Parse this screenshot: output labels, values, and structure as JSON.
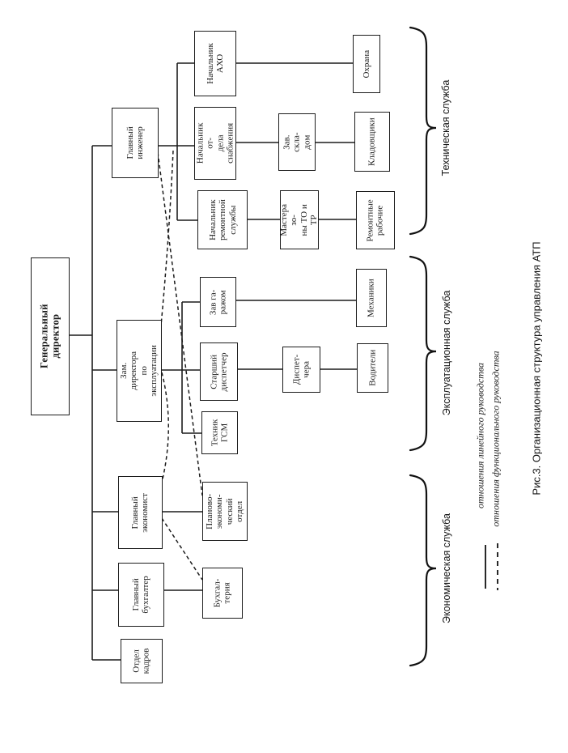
{
  "figure": {
    "caption": "Рис.3. Организационная структура управления АТП"
  },
  "org_chart": {
    "nodes": {
      "gen_director": {
        "label": "Генеральный директор"
      },
      "ch_engineer": {
        "label": "Главный\nинженер"
      },
      "nach_aho": {
        "label": "Начальник\nАХО"
      },
      "nach_snab": {
        "label": "Начальник от-\nдела снабжения"
      },
      "nach_rem": {
        "label": "Начальник\nремонтной\nслужбы"
      },
      "ohrana": {
        "label": "Охрана"
      },
      "zav_sklad": {
        "label": "Зав. скла-\nдом"
      },
      "kladovshiki": {
        "label": "Кладовщики"
      },
      "mastera": {
        "label": "Мастера зо-\nны ТО и ТР"
      },
      "rem_rab": {
        "label": "Ремонтные\nрабочие"
      },
      "zam_dir": {
        "label": "Зам. директора\nпо эксплуатации"
      },
      "zav_garage": {
        "label": "Зав га-\nражом"
      },
      "mehaniki": {
        "label": "Механики"
      },
      "st_dispatcher": {
        "label": "Старший\nдиспетчер"
      },
      "dispetchera": {
        "label": "Диспет-\nчера"
      },
      "voditeli": {
        "label": "Водители"
      },
      "tehnik_gsm": {
        "label": "Техник\nГСМ"
      },
      "gl_ekonomist": {
        "label": "Главный\nэкономист"
      },
      "plan_otdel": {
        "label": "Планово-\nэкономи-\nческий\nотдел"
      },
      "gl_buhgalter": {
        "label": "Главный\nбухгалтер"
      },
      "buhgalteria": {
        "label": "Бухгал-\nтерия"
      },
      "otdel_kadrov": {
        "label": "Отдел\nкадров"
      }
    },
    "groups": {
      "technical": {
        "label": "Техническая служба"
      },
      "operations": {
        "label": "Эксплуатационная служба"
      },
      "economic": {
        "label": "Экономическая служба"
      }
    },
    "legend": {
      "solid": "отношения линейного руководства",
      "dashed": "отношения функционального руководства"
    },
    "colors": {
      "line": "#1c1c1c",
      "background": "#ffffff"
    }
  }
}
